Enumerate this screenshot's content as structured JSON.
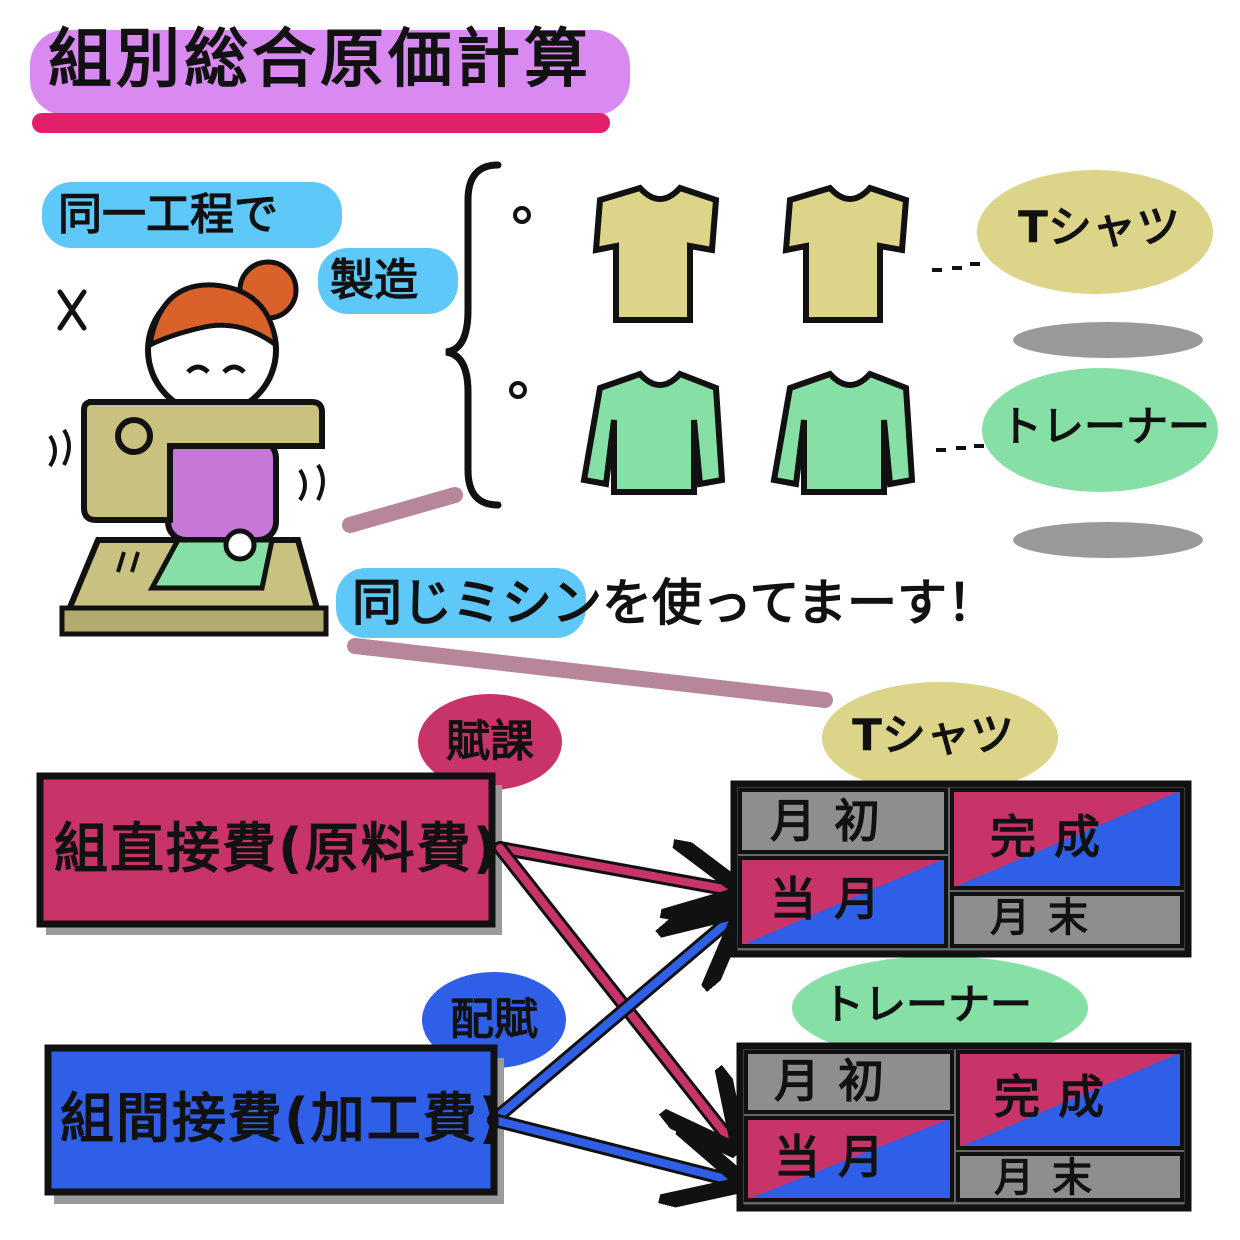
{
  "title": "組別総合原価計算",
  "process_note": {
    "line1": "同一工程で",
    "line2": "製造"
  },
  "products": {
    "tshirt": "Tシャツ",
    "trainer": "トレーナー"
  },
  "machine_note": "同じミシンを使ってまーす！",
  "costs": {
    "direct": {
      "label": "組直接費(原料費)",
      "method": "賦課"
    },
    "indirect": {
      "label": "組間接費(加工費)",
      "method": "配賦"
    }
  },
  "ledger": {
    "opening": "月初",
    "current": "当月",
    "completed": "完成",
    "ending": "月末"
  },
  "colors": {
    "title_highlight": "#d98af0",
    "title_underline": "#e0206a",
    "blue_highlight": "#5ec8f8",
    "pink": "#c8336a",
    "blue": "#2f5fe6",
    "gray": "#8e8e8e",
    "tshirt_yellow": "#dcd489",
    "trainer_green": "#86e0a6",
    "machine_khaki": "#c9c17f",
    "hair_orange": "#d9622b",
    "shirt_purple": "#c677d8"
  }
}
